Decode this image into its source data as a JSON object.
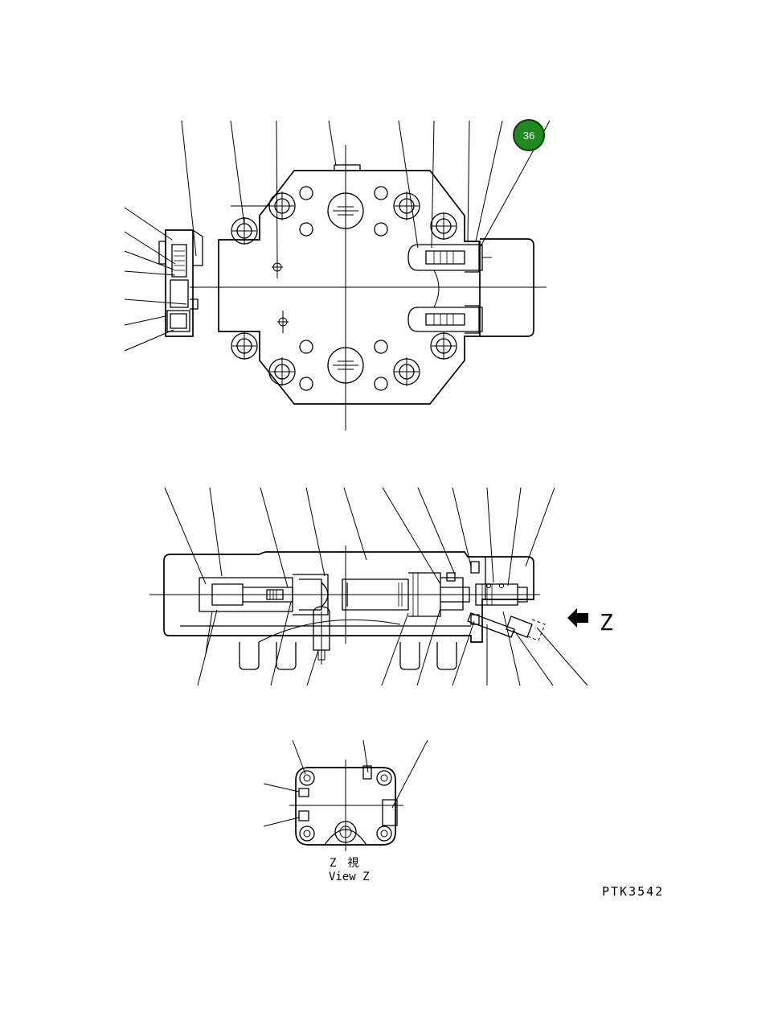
{
  "callout": {
    "number": "36",
    "fill": "#1f8a1f",
    "ring": "#0d3d0d",
    "text_color": "#ffffff"
  },
  "view_arrow": {
    "label": "Z"
  },
  "view_caption": {
    "jp": "Z　視",
    "en": "View Z"
  },
  "drawing_code": "PTK3542"
}
